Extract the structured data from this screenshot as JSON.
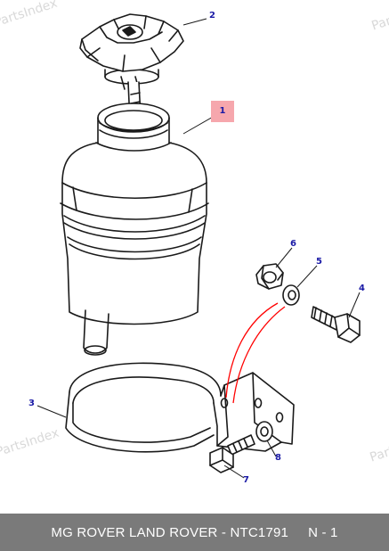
{
  "watermark": "PartsIndex",
  "callouts": {
    "c1": "1",
    "c2": "2",
    "c3": "3",
    "c4": "4",
    "c5": "5",
    "c6": "6",
    "c7": "7",
    "c8": "8"
  },
  "footer": {
    "part_text": "MG ROVER LAND ROVER - NTC1791",
    "page_ref": "N - 1"
  },
  "colors": {
    "footer_bg": "#7a7a7a",
    "highlight": "#f6a7ad",
    "callout_text": "#1a1aa6",
    "leader_red": "#ff0000",
    "line_art": "#1a1a1a"
  }
}
